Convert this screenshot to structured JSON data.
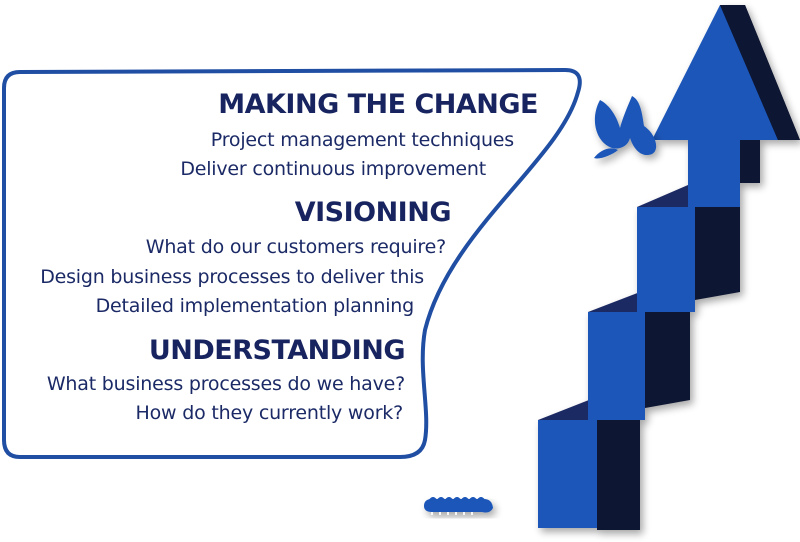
{
  "sections": [
    {
      "heading": "MAKING THE CHANGE",
      "items": [
        "Project management techniques",
        "Deliver continuous improvement"
      ]
    },
    {
      "heading": "VISIONING",
      "items": [
        "What do our customers require?",
        "Design business processes to deliver this",
        "Detailed implementation planning"
      ]
    },
    {
      "heading": "UNDERSTANDING",
      "items": [
        "What business processes do we have?",
        "How do they currently work?"
      ]
    }
  ],
  "colors": {
    "outline": "#1f4ea3",
    "heading_text": "#17245f",
    "body_text": "#1b2a66",
    "arrow_front": "#1a56b8",
    "arrow_top": "#1e2a64",
    "arrow_side": "#0f1530",
    "butterfly": "#1a56b8",
    "caterpillar": "#1a56b8"
  },
  "icons": [
    "butterfly-icon",
    "caterpillar-icon",
    "stair-arrow-icon"
  ]
}
